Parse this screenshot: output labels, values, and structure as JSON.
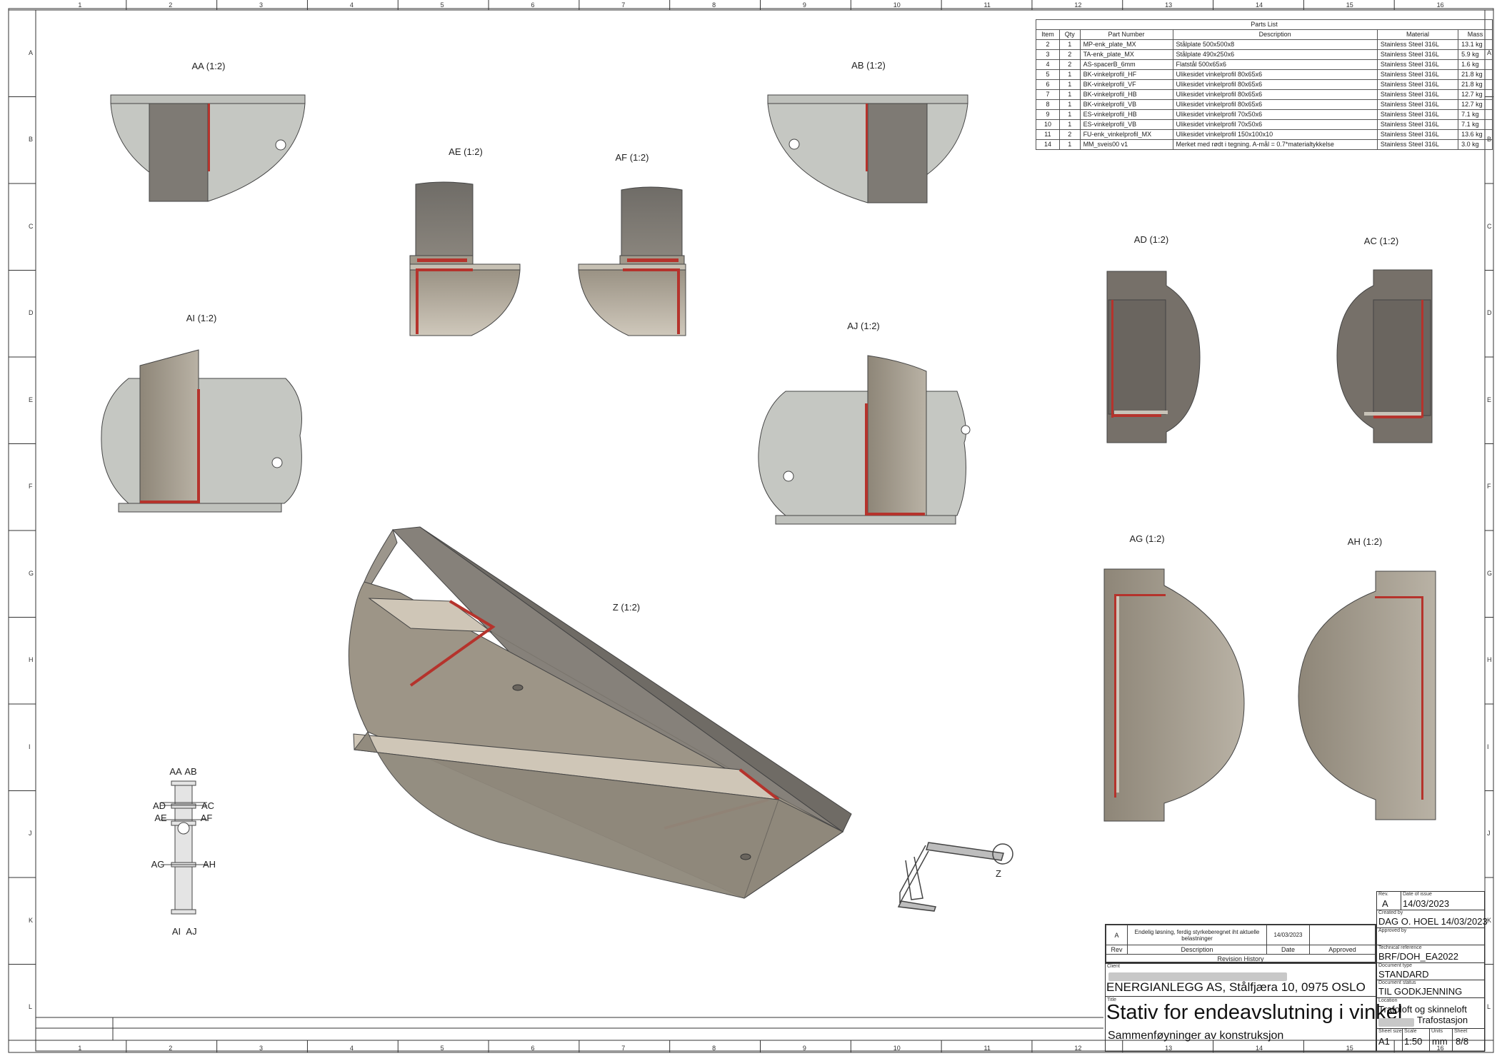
{
  "frame": {
    "top_numbers": [
      "1",
      "2",
      "3",
      "4",
      "5",
      "6",
      "7",
      "8",
      "9",
      "10",
      "11",
      "12",
      "13",
      "14",
      "15",
      "16"
    ],
    "side_letters": [
      "A",
      "B",
      "C",
      "D",
      "E",
      "F",
      "G",
      "H",
      "I",
      "J",
      "K",
      "L"
    ]
  },
  "views": {
    "AA": "AA (1:2)",
    "AB": "AB (1:2)",
    "AE": "AE (1:2)",
    "AF": "AF (1:2)",
    "AI": "AI (1:2)",
    "AJ": "AJ (1:2)",
    "AD": "AD (1:2)",
    "AC": "AC (1:2)",
    "AG": "AG (1:2)",
    "AH": "AH (1:2)",
    "Z": "Z (1:2)"
  },
  "key_plan": {
    "labels": [
      "AA",
      "AB",
      "AD",
      "AC",
      "AE",
      "AF",
      "AG",
      "AH",
      "AI",
      "AJ"
    ]
  },
  "iso_label": "Z",
  "parts_list": {
    "caption": "Parts List",
    "headers": [
      "Item",
      "Qty",
      "Part Number",
      "Description",
      "Material",
      "Mass"
    ],
    "rows": [
      [
        "2",
        "1",
        "MP-enk_plate_MX",
        "Stålplate 500x500x8",
        "Stainless Steel 316L",
        "13.1 kg"
      ],
      [
        "3",
        "2",
        "TA-enk_plate_MX",
        "Stålplate 490x250x6",
        "Stainless Steel 316L",
        "5.9 kg"
      ],
      [
        "4",
        "2",
        "AS-spacerB_6mm",
        "Flatstål 500x65x6",
        "Stainless Steel 316L",
        "1.6 kg"
      ],
      [
        "5",
        "1",
        "BK-vinkelprofil_HF",
        "Ulikesidet vinkelprofil 80x65x6",
        "Stainless Steel 316L",
        "21.8 kg"
      ],
      [
        "6",
        "1",
        "BK-vinkelprofil_VF",
        "Ulikesidet vinkelprofil 80x65x6",
        "Stainless Steel 316L",
        "21.8 kg"
      ],
      [
        "7",
        "1",
        "BK-vinkelprofil_HB",
        "Ulikesidet vinkelprofil 80x65x6",
        "Stainless Steel 316L",
        "12.7 kg"
      ],
      [
        "8",
        "1",
        "BK-vinkelprofil_VB",
        "Ulikesidet vinkelprofil 80x65x6",
        "Stainless Steel 316L",
        "12.7 kg"
      ],
      [
        "9",
        "1",
        "ES-vinkelprofil_HB",
        "Ulikesidet vinkelprofil 70x50x6",
        "Stainless Steel 316L",
        "7.1 kg"
      ],
      [
        "10",
        "1",
        "ES-vinkelprofil_VB",
        "Ulikesidet vinkelprofil 70x50x6",
        "Stainless Steel 316L",
        "7.1 kg"
      ],
      [
        "11",
        "2",
        "FU-enk_vinkelprofil_MX",
        "Ulikesidet vinkelprofil 150x100x10",
        "Stainless Steel 316L",
        "13.6 kg"
      ],
      [
        "14",
        "1",
        "MM_sveis00 v1",
        "Merket med rødt i tegning. A-mål = 0.7*materialtykkelse",
        "Stainless Steel 316L",
        "3.0 kg"
      ]
    ]
  },
  "revision": {
    "row": {
      "rev": "A",
      "description": "Endelig løsning, ferdig styrkeberegnet iht aktuelle belastninger",
      "date": "14/03/2023",
      "approved": ""
    },
    "headers": {
      "rev": "Rev",
      "description": "Description",
      "date": "Date",
      "approved": "Approved"
    },
    "caption": "Revision History"
  },
  "title_block": {
    "rev_label": "Rev.",
    "rev": "A",
    "date_label": "Date of issue",
    "date": "14/03/2023",
    "created_label": "Created by",
    "created": "DAG O. HOEL  14/03/2023",
    "approved_label": "Approved by",
    "techref_label": "Technical reference",
    "techref": "BRF/DOH_EA2022",
    "doctype_label": "Document type",
    "doctype": "STANDARD",
    "docstatus_label": "Document status",
    "docstatus": "TIL GODKJENNING",
    "client_label": "Client",
    "client": "ENERGIANLEGG AS, Stålfjæra 10, 0975 OSLO",
    "location_label": "Location",
    "location_1": "Trafoloft og skinneloft",
    "location_2": "Trafostasjon",
    "title_label": "Title",
    "title": "Stativ for endeavslutning i vinkel",
    "subtitle": "Sammenføyninger av konstruksjon",
    "sheet_size_label": "Sheet size",
    "sheet_size": "A1",
    "scale_label": "Scale",
    "scale": "1:50",
    "units_label": "Units",
    "units": "mm",
    "sheet_label": "Sheet",
    "sheet": "8/8"
  },
  "colors": {
    "weld": "#b5332c",
    "light_gray": "#c9cbc6",
    "dark_gray": "#7f7b74",
    "tan": "#a59c8e",
    "frame": "#333333"
  }
}
